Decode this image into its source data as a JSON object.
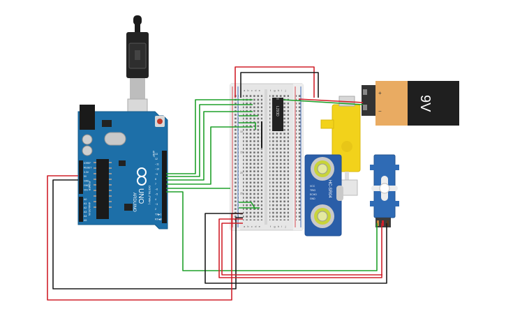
{
  "arduino": {
    "brand": "ARDUINO",
    "model": "UNO",
    "aref_label": "AREF",
    "gnd_label": "GND",
    "digital_label": "DIGITAL (PWM~)",
    "power_label": "POWER",
    "analog_label": "ANALOG IN",
    "power_pins": [
      "IOREF",
      "RESET",
      "3.3V",
      "5V",
      "GND",
      "GND",
      "VIN"
    ],
    "analog_pins": [
      "A0",
      "A1",
      "A2",
      "A3",
      "A4",
      "A5"
    ],
    "digital_pins": [
      "13",
      "12",
      "~11",
      "~10",
      "~9",
      "8",
      "7",
      "~6",
      "~5",
      "4",
      "~3",
      "2",
      "TX▶1",
      "RX◀0"
    ]
  },
  "breadboard": {
    "columns_left": [
      "a",
      "b",
      "c",
      "d",
      "e"
    ],
    "columns_right": [
      "f",
      "g",
      "h",
      "i",
      "j"
    ],
    "row_numbers": [
      "1",
      "5",
      "10",
      "15",
      "20",
      "25",
      "30"
    ]
  },
  "chip": {
    "label": "L293D"
  },
  "battery": {
    "label": "9V",
    "plus": "+",
    "minus": "−"
  },
  "ultrasonic": {
    "model": "HC-SR04",
    "pins": [
      "VCC",
      "TRIG",
      "ECHO",
      "GND"
    ]
  },
  "colors": {
    "arduino": "#1d6fa8",
    "wire_green": "#1fa02a",
    "wire_red": "#d0202a",
    "wire_black": "#1a1a1a",
    "motor": "#f2d21b",
    "battery": "#e9ab62",
    "sensor": "#2a5ea8",
    "servo": "#2f6bb5"
  }
}
